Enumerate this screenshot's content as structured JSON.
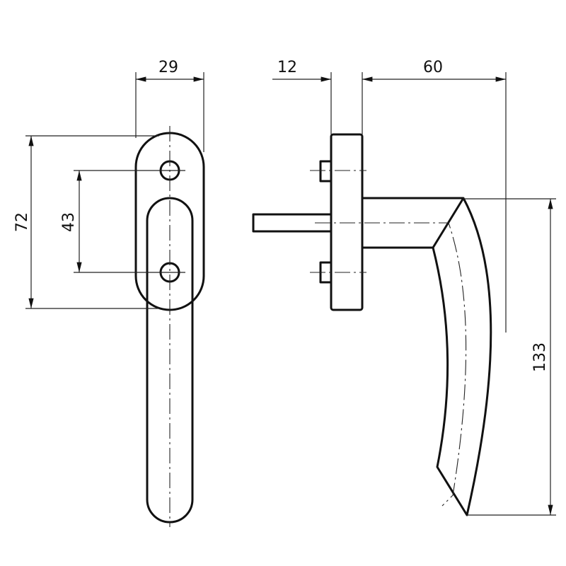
{
  "drawing": {
    "title": "Window handle technical drawing",
    "dimensions": {
      "front_width": "29",
      "front_height": "72",
      "hole_spacing": "43",
      "rose_depth": "12",
      "lever_projection": "60",
      "lever_length": "133"
    },
    "colors": {
      "line": "#111111",
      "background": "#ffffff"
    }
  }
}
